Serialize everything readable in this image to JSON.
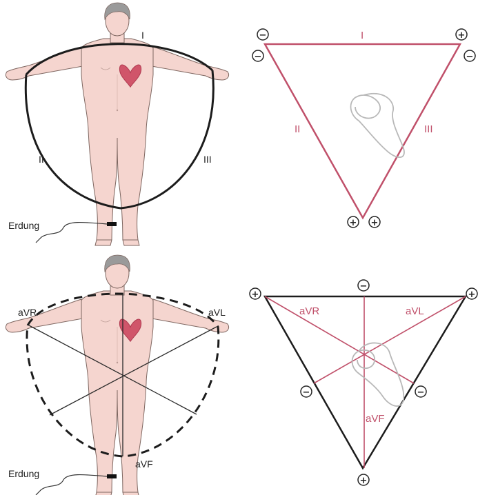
{
  "colors": {
    "lead": "#c0506a",
    "skin": "#f5d5cf",
    "skin_outline": "#7d6660",
    "hair": "#9a9a9a",
    "heart": "#d0556a",
    "loop": "#b8b8b8",
    "outline": "#1c1c1c"
  },
  "einthoven_panel": {
    "body_labels": {
      "lead1": "I",
      "lead2": "II",
      "lead3": "III",
      "ground": "Erdung"
    },
    "triangle_labels": {
      "lead1": "I",
      "lead2": "II",
      "lead3": "III"
    },
    "pole_signs": {
      "top_left_outer": "−",
      "top_left_inner": "−",
      "top_right_outer": "+",
      "top_right_inner": "−",
      "bottom_left": "+",
      "bottom_right": "+"
    }
  },
  "goldberger_panel": {
    "body_labels": {
      "avr": "aVR",
      "avl": "aVL",
      "avf": "aVF",
      "ground": "Erdung"
    },
    "triangle_labels": {
      "avr": "aVR",
      "avl": "aVL",
      "avf": "aVF"
    },
    "pole_signs": {
      "top_left": "+",
      "top_center": "−",
      "top_right": "+",
      "left_side": "−",
      "right_side": "−",
      "bottom": "+"
    }
  }
}
